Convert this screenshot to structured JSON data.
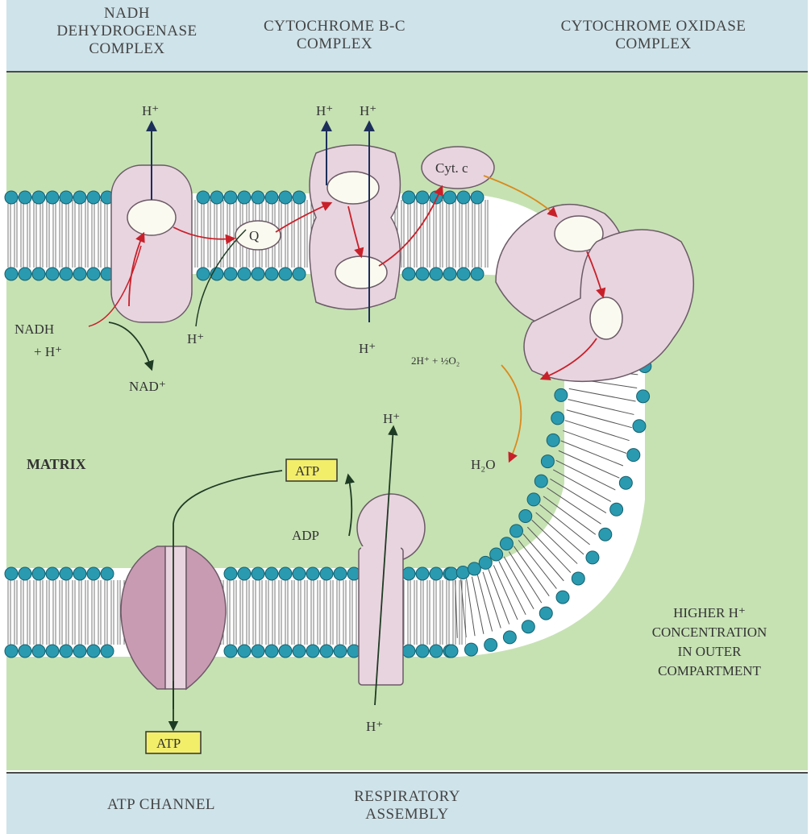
{
  "headers": {
    "nadh_line1": "NADH",
    "nadh_line2": "DEHYDROGENASE",
    "nadh_line3": "COMPLEX",
    "cyt_bc_line1": "CYTOCHROME b-c",
    "cyt_bc_line2": "COMPLEX",
    "cyt_ox_line1": "CYTOCHROME OXIDASE",
    "cyt_ox_line2": "COMPLEX"
  },
  "footers": {
    "atp_channel": "ATP CHANNEL",
    "resp_line1": "RESPIRATORY",
    "resp_line2": "ASSEMBLY"
  },
  "labels": {
    "h_plus": "H⁺",
    "nadh": "NADH",
    "plus_h": "+ H⁺",
    "nad_plus": "NAD⁺",
    "q": "Q",
    "cyt_c": "Cyt. c",
    "oxygen_eq": "2H⁺ + ½O₂",
    "water": "H₂O",
    "matrix": "MATRIX",
    "atp": "ATP",
    "adp": "ADP",
    "higher_line1": "HIGHER H⁺",
    "higher_line2": "CONCENTRATION",
    "higher_line3": "IN OUTER",
    "higher_line4": "COMPARTMENT"
  },
  "colors": {
    "background_panel": "#c6e2b3",
    "bands": "#cfe3ea",
    "lipid_heads": "#2a9ab0",
    "protein": "#e8d4df",
    "protein_dark": "#c99bb3",
    "arrow_dark": "#1c2f5a",
    "arrow_red": "#c8202a",
    "arrow_orange": "#d98a1c",
    "atp_box": "#f3ee6a"
  }
}
